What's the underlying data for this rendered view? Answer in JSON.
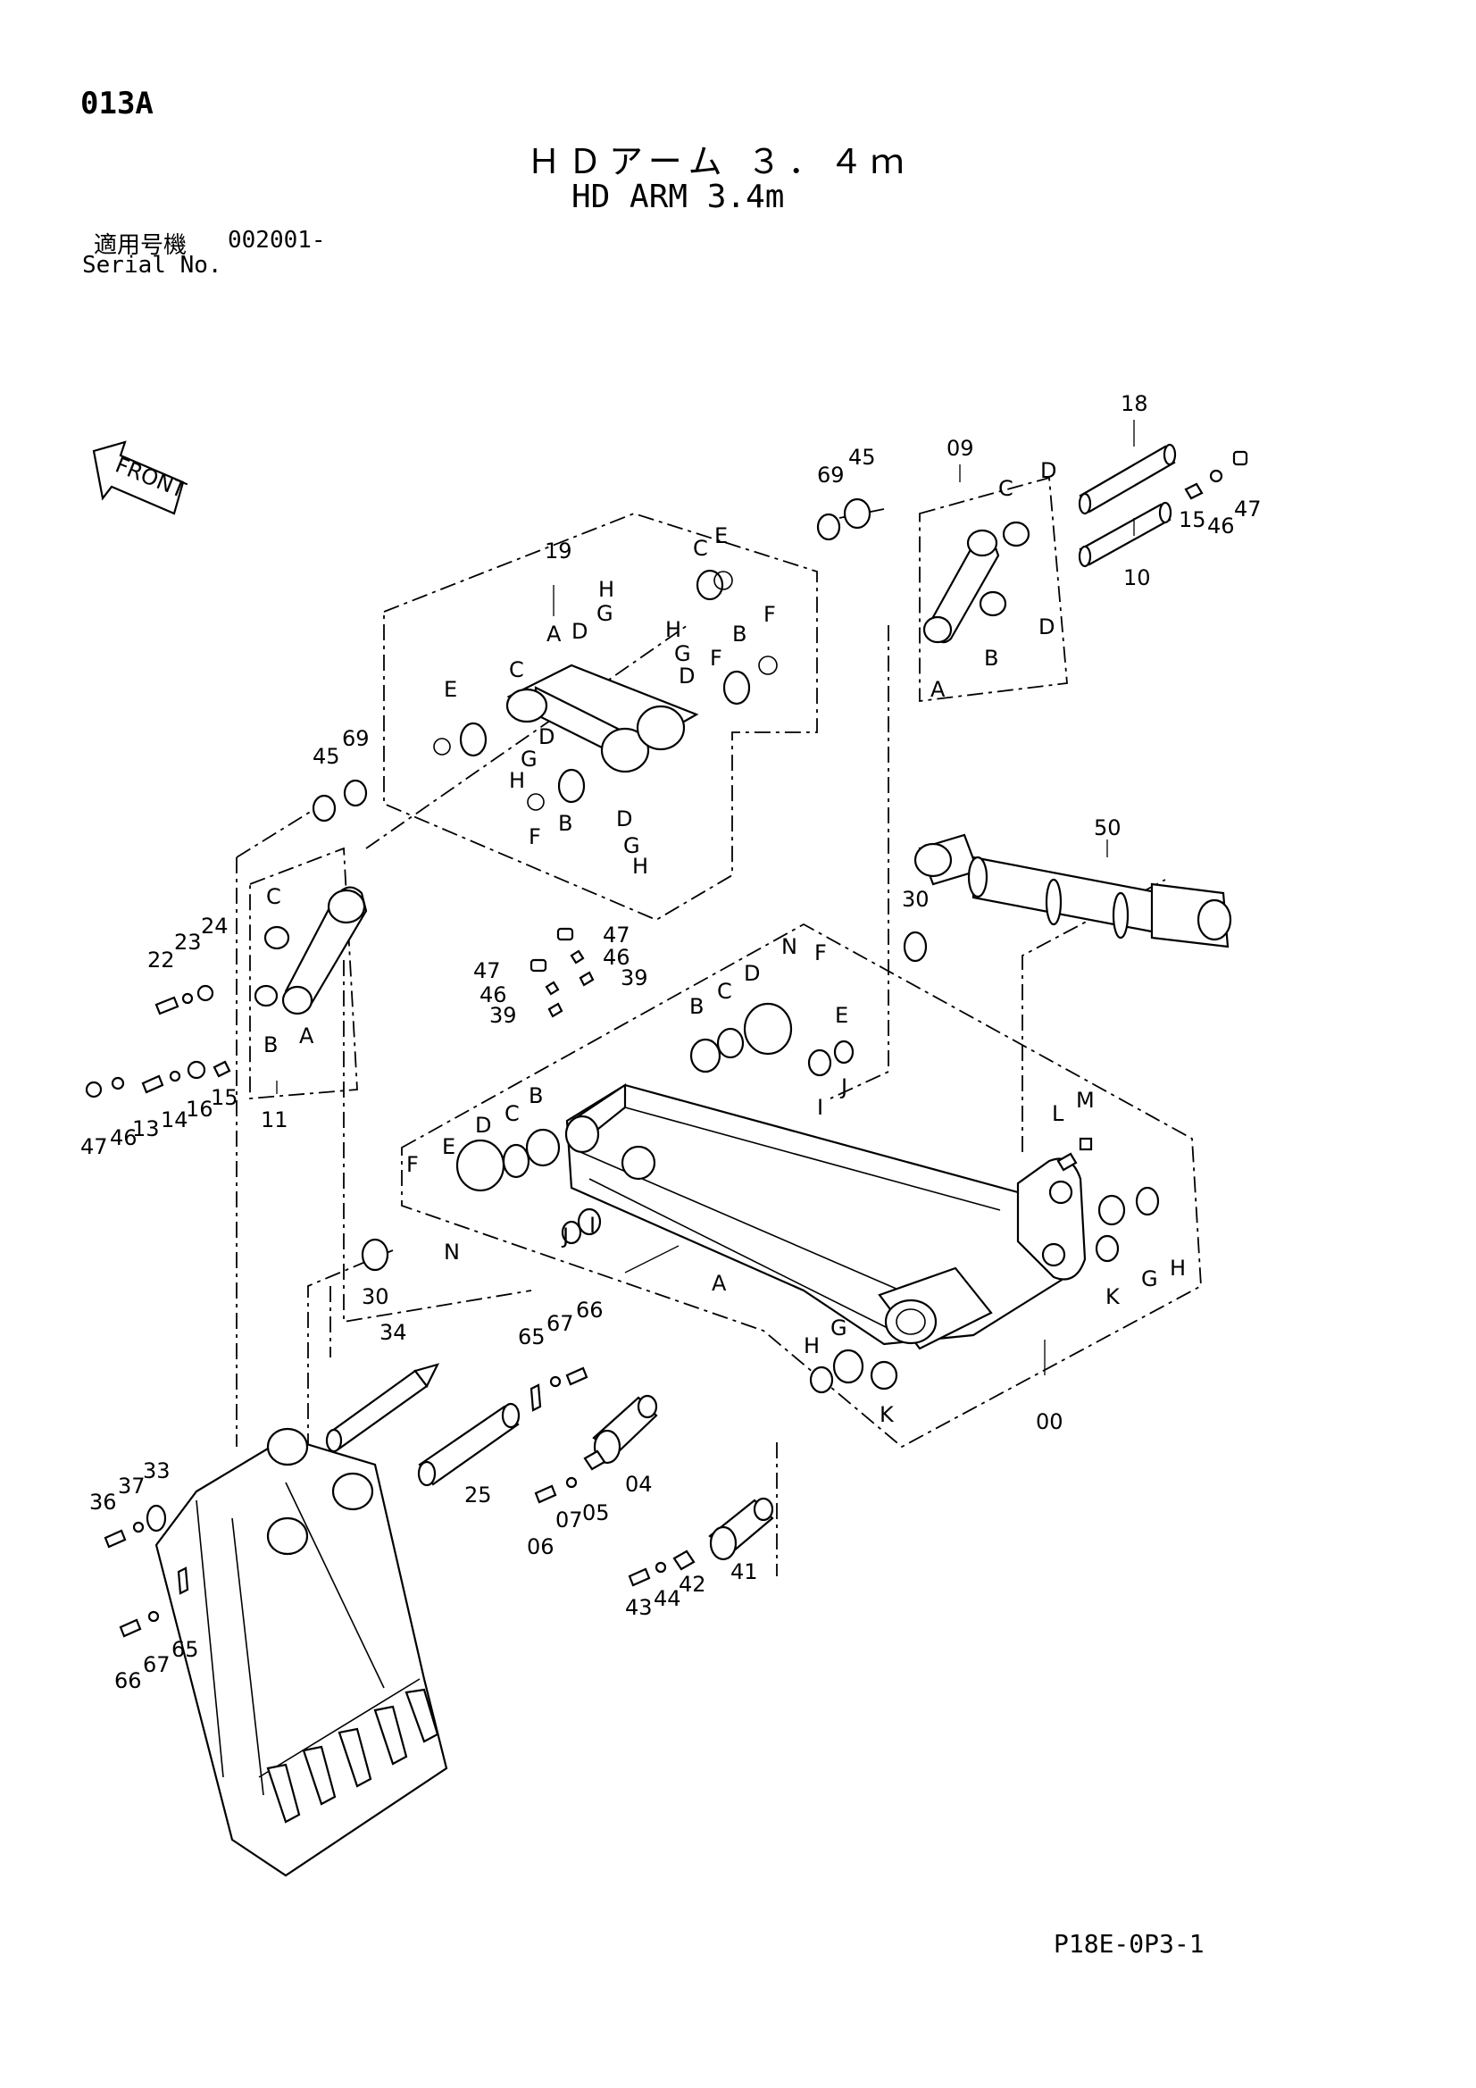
{
  "header": {
    "page_id": "013A",
    "title_jp": "ＨＤアーム ３．４ｍ",
    "title_en": "HD ARM 3.4m",
    "serial_label_jp": "適用号機",
    "serial_code": "002001-",
    "serial_label_en": "Serial No."
  },
  "front_arrow_label": "FRONT",
  "footer": {
    "catalog_code": "P18E-0P3-1"
  },
  "callouts": {
    "c00": "00",
    "c04": "04",
    "c05": "05",
    "c06": "06",
    "c07": "07",
    "c09": "09",
    "c10": "10",
    "c11": "11",
    "c13": "13",
    "c14": "14",
    "c15a": "15",
    "c15b": "15",
    "c16": "16",
    "c18": "18",
    "c19": "19",
    "c22": "22",
    "c23": "23",
    "c24": "24",
    "c25": "25",
    "c30a": "30",
    "c30b": "30",
    "c33": "33",
    "c34": "34",
    "c36": "36",
    "c37": "37",
    "c39a": "39",
    "c39b": "39",
    "c41": "41",
    "c42": "42",
    "c43": "43",
    "c44": "44",
    "c45a": "45",
    "c45b": "45",
    "c46a": "46",
    "c46b": "46",
    "c46c": "46",
    "c46d": "46",
    "c47a": "47",
    "c47b": "47",
    "c47c": "47",
    "c47d": "47",
    "c50": "50",
    "c65a": "65",
    "c65b": "65",
    "c66a": "66",
    "c66b": "66",
    "c67a": "67",
    "c67b": "67",
    "c69a": "69",
    "c69b": "69"
  },
  "letters": {
    "A": "A",
    "B": "B",
    "C": "C",
    "D": "D",
    "E": "E",
    "F": "F",
    "G": "G",
    "H": "H",
    "I": "I",
    "J": "J",
    "K": "K",
    "L": "L",
    "M": "M",
    "N": "N"
  }
}
